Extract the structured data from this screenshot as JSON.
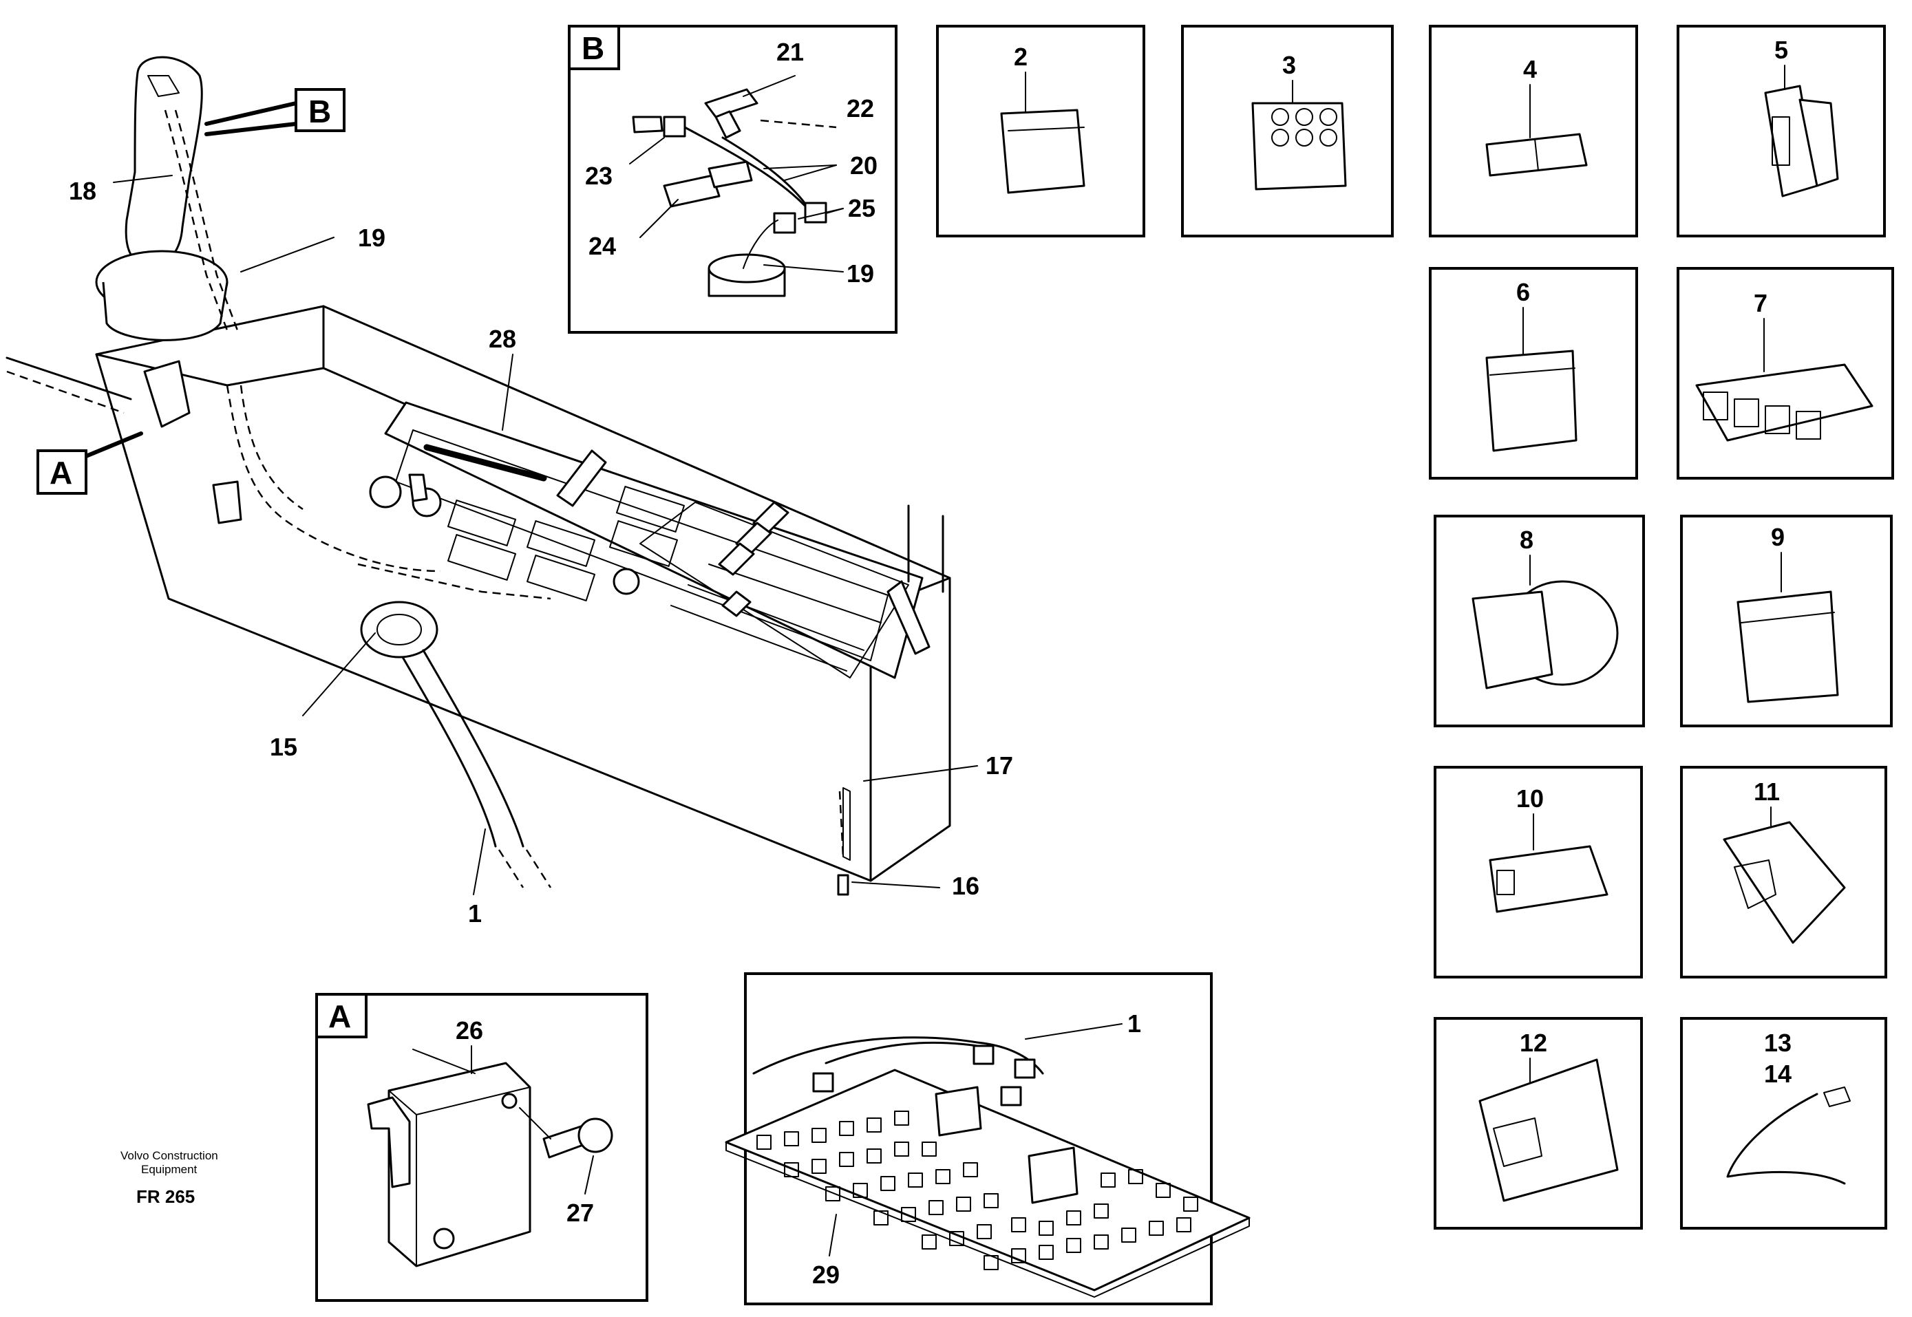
{
  "callouts": {
    "c1": "1",
    "c2": "2",
    "c3": "3",
    "c4": "4",
    "c5": "5",
    "c6": "6",
    "c7": "7",
    "c8": "8",
    "c9": "9",
    "c10": "10",
    "c11": "11",
    "c12": "12",
    "c13": "13",
    "c14": "14",
    "c15": "15",
    "c16": "16",
    "c17": "17",
    "c18": "18",
    "c19": "19",
    "c20": "20",
    "c21": "21",
    "c22": "22",
    "c23": "23",
    "c24": "24",
    "c25": "25",
    "c26": "26",
    "c27": "27",
    "c28": "28",
    "c29": "29"
  },
  "detail_views": {
    "a": "A",
    "b": "B"
  },
  "footer": {
    "brand_line1": "Volvo Construction",
    "brand_line2": "Equipment",
    "code": "FR 265"
  }
}
